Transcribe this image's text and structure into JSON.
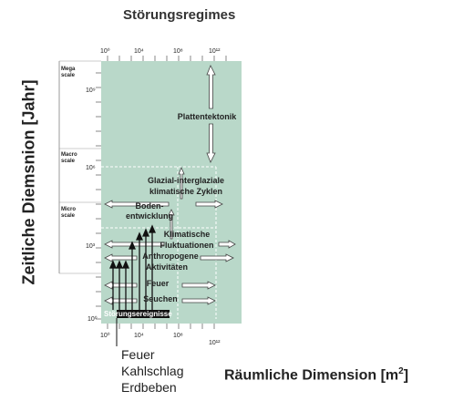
{
  "title": "Störungsregimes",
  "y_axis_title": "Zeitliche Diemsnion [Jahr]",
  "x_axis_title": "Räumliche Dimension [m",
  "x_axis_title_sup": "2",
  "x_ticks_top": [
    "10⁰",
    "10⁴",
    "10⁸",
    "10¹²"
  ],
  "x_ticks_bottom": [
    "10⁰",
    "10⁴",
    "10⁸",
    "10¹²"
  ],
  "y_ticks": [
    "10⁹",
    "10⁶",
    "10³",
    "10⁰"
  ],
  "scales": [
    {
      "line1": "Mega",
      "line2": "scale"
    },
    {
      "line1": "Macro",
      "line2": "scale"
    },
    {
      "line1": "Micro",
      "line2": "scale"
    }
  ],
  "regimes": {
    "plate": "Plattentektonik",
    "glacial_1": "Glazial-interglaziale",
    "glacial_2": "klimatische Zyklen",
    "soil_1": "Boden-",
    "soil_2": "entwicklung",
    "climate_1": "Klimatische",
    "climate_2": "Fluktuationen",
    "anthro_1": "Anthropogene",
    "anthro_2": "Aktivitäten",
    "fire": "Feuer",
    "epidemics": "Seuchen",
    "disturbance": "Störungsereignisse"
  },
  "events": [
    "Feuer",
    "Kahlschlag",
    "Erdbeben"
  ],
  "colors": {
    "plot_bg": "#b9d8c9",
    "black_bar": "#111111",
    "dashed": "#ffffff"
  }
}
